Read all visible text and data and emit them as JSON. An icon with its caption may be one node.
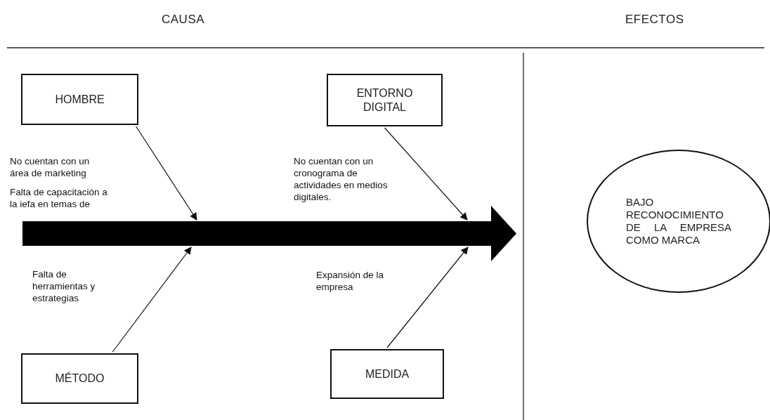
{
  "diagram": {
    "nodes": [
      {
        "text": [
          "HOMBRE"
        ]
      },
      {
        "text": [
          "ENTORNO DIGITAL"
        ]
      },
      {
        "text": [],
        "shape": "arrow"
      },
      {
        "text": [
          "MÉTODO"
        ]
      },
      {
        "text": [
          "MEDIDA"
        ]
      },
      {
        "text": [
          "BAJO RECONOCIMIENTO DE LA EMPRESA COMO MARCA"
        ]
      }
    ],
    "edges": [
      {
        "from": 0,
        "to": 2,
        "arrow": "to"
      },
      {
        "from": 1,
        "to": 2,
        "arrow": "to"
      },
      {
        "from": 3,
        "to": 2,
        "arrow": "to"
      },
      {
        "from": 4,
        "to": 2,
        "arrow": "to"
      }
    ],
    "labels": [
      "CAUSA",
      "EFECTOS",
      "No cuentan con un área de marketing",
      "Falta de capacitación a la iefa en temas de",
      "No cuentan con un cronograma de actividades en medios digitales.",
      "Falta de herramientas y estrategias",
      "Expansión de la empresa"
    ]
  }
}
